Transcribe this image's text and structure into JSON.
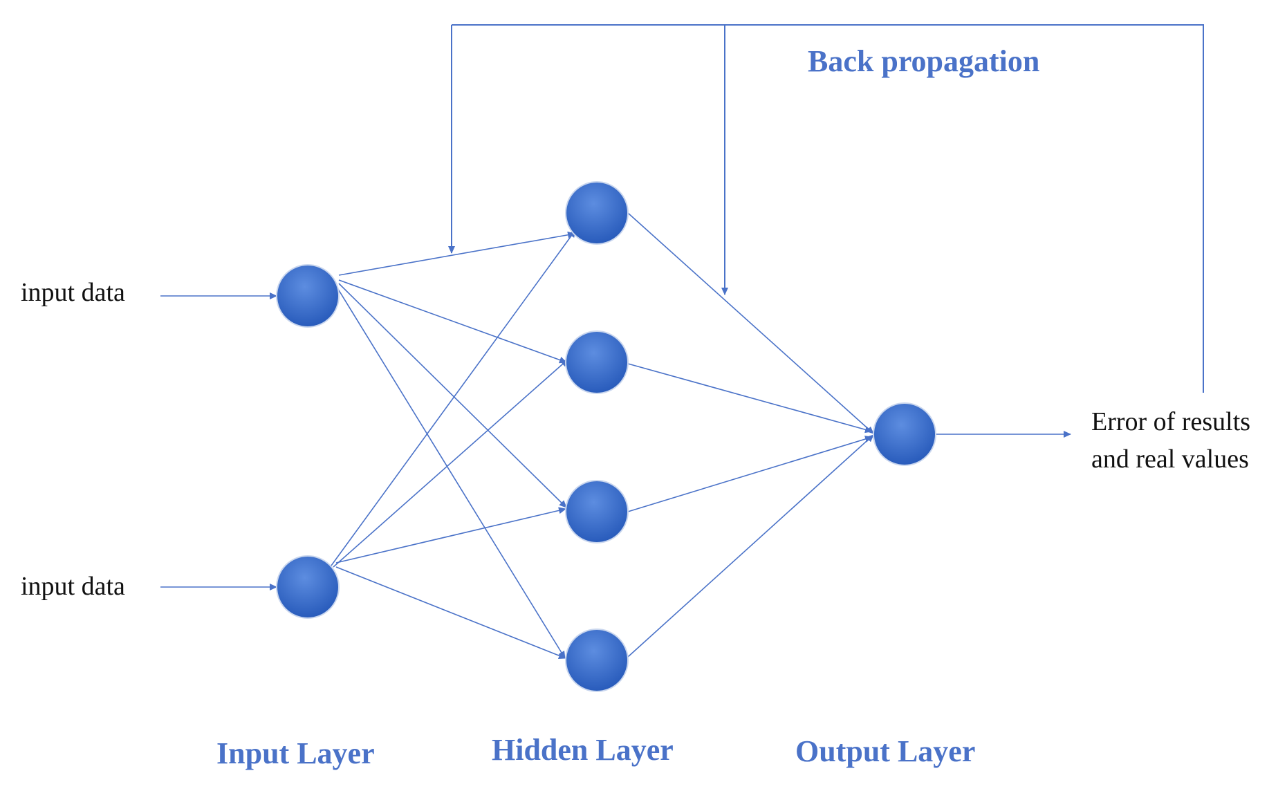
{
  "diagram": {
    "back_propagation_label": "Back propagation",
    "input_labels": [
      "input data",
      "input data"
    ],
    "output_label": {
      "line1": "Error of results",
      "line2": "and real values"
    },
    "layer_labels": {
      "input": "Input Layer",
      "hidden": "Hidden Layer",
      "output": "Output Layer"
    },
    "node_color": "#2f63c2",
    "edge_color": "#4a72c8",
    "layers": {
      "input_nodes": 2,
      "hidden_nodes": 4,
      "output_nodes": 1
    }
  }
}
